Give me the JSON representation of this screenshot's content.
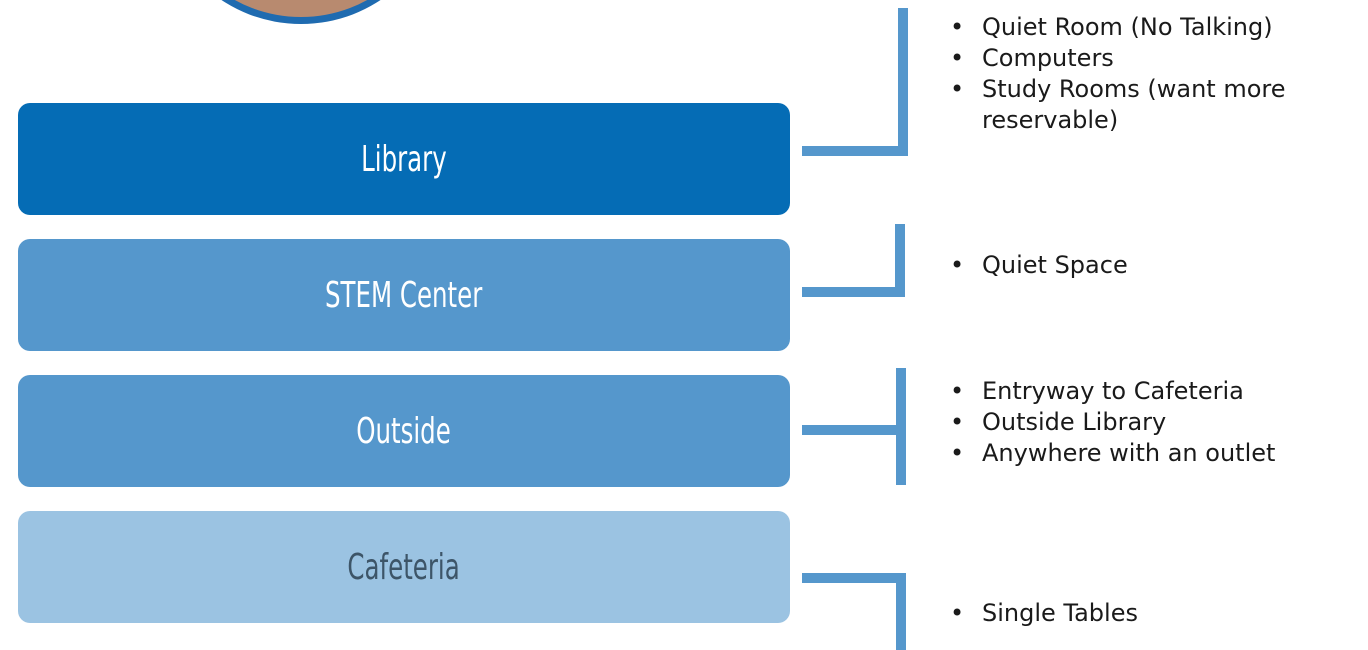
{
  "photo": {
    "icon": "person-photo"
  },
  "categories": [
    {
      "label": "Library",
      "bg": "#056cb5",
      "fg": "#ffffff",
      "items": [
        "Quiet Room (No Talking)",
        "Computers",
        "Study Rooms (want more reservable)"
      ]
    },
    {
      "label": "STEM Center",
      "bg": "#5597cc",
      "fg": "#ffffff",
      "items": [
        "Quiet Space"
      ]
    },
    {
      "label": "Outside",
      "bg": "#5597cc",
      "fg": "#ffffff",
      "items": [
        "Entryway to Cafeteria",
        "Outside Library",
        "Anywhere with an outlet"
      ]
    },
    {
      "label": "Cafeteria",
      "bg": "#9bc3e2",
      "fg": "#3d5568",
      "items": [
        "Single Tables"
      ]
    }
  ],
  "bullet_symbol": "•",
  "connector_color": "#5597cc"
}
